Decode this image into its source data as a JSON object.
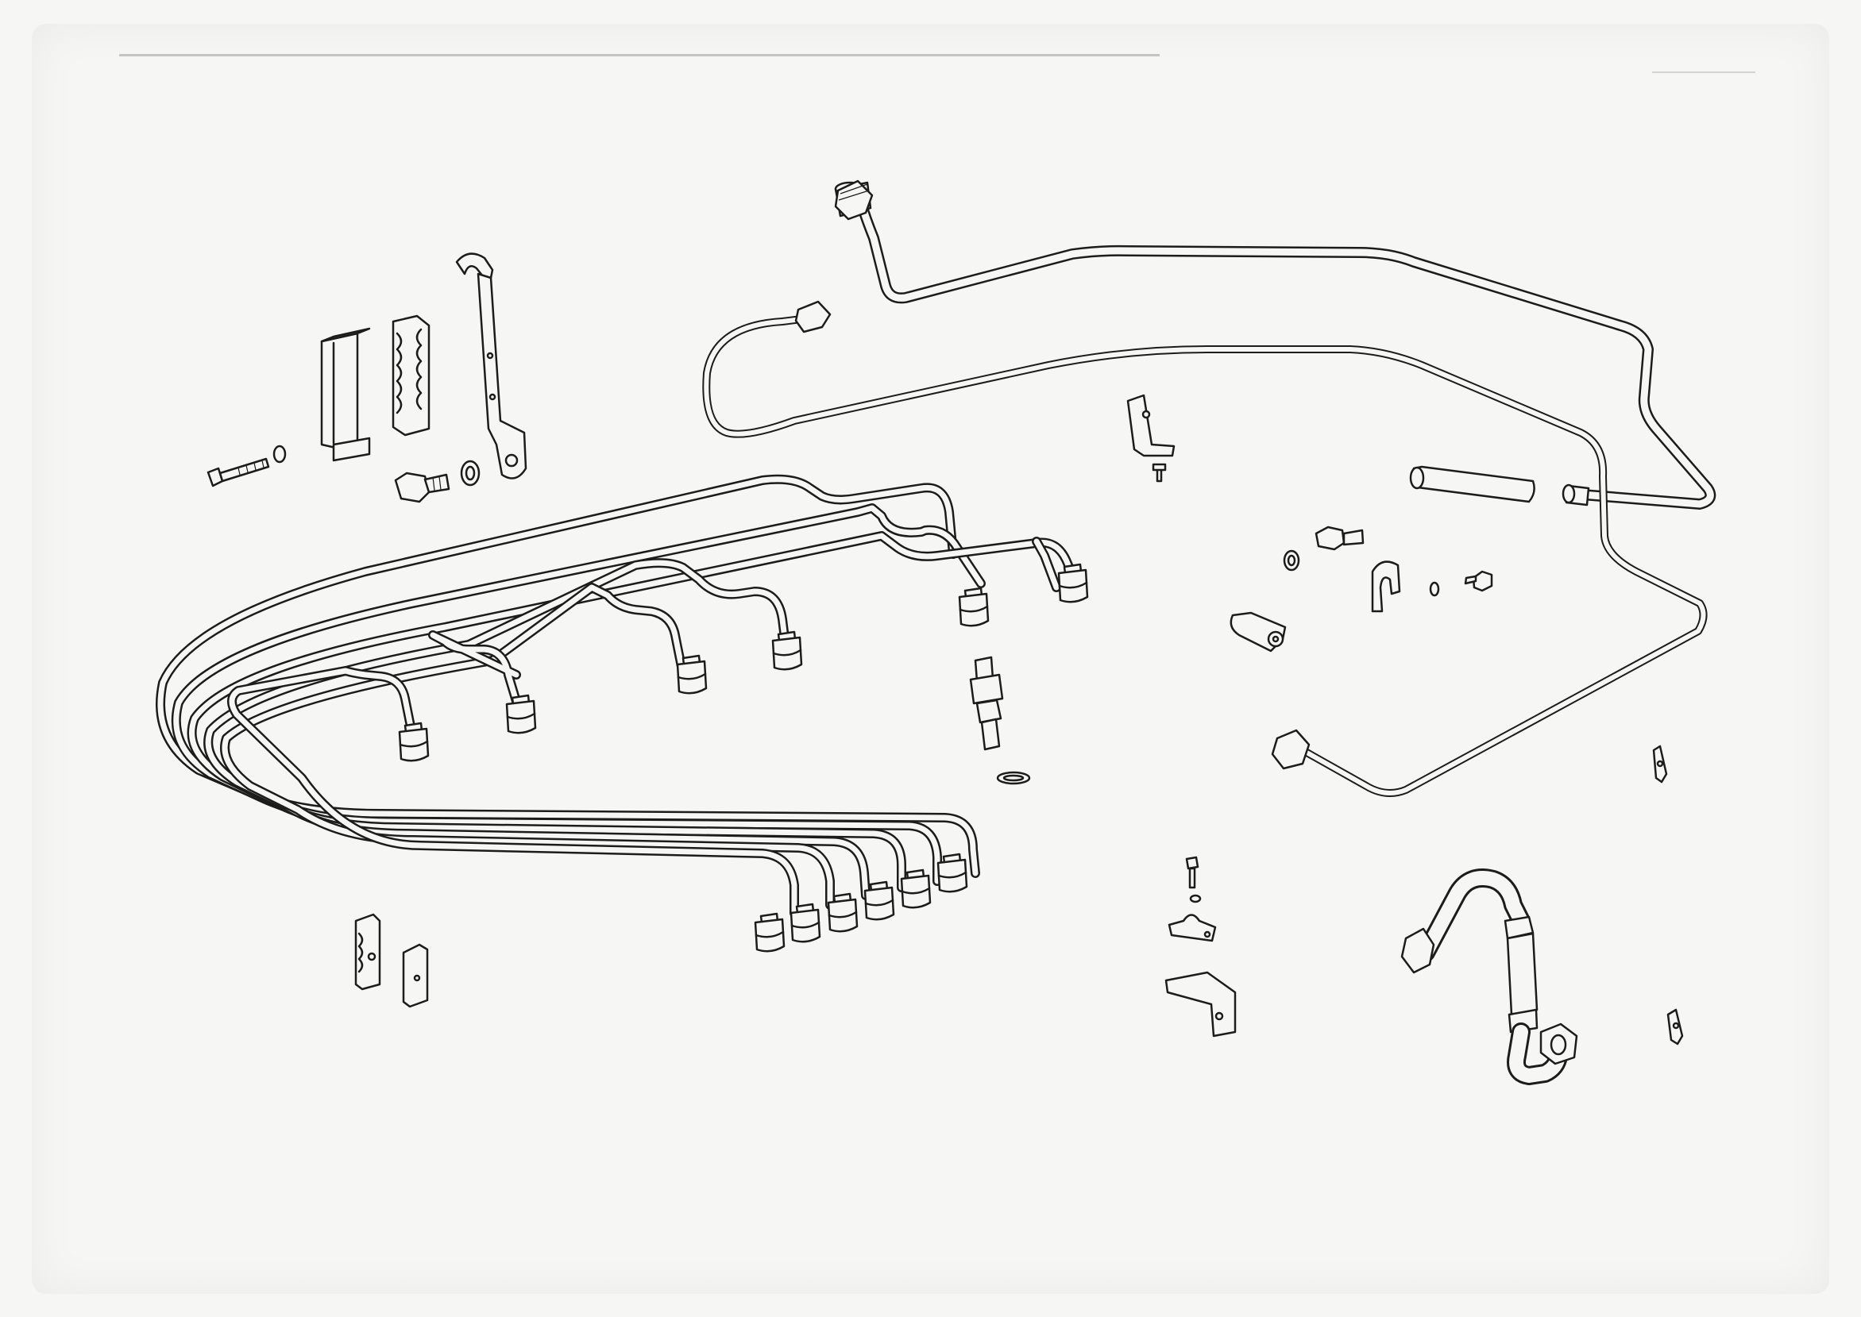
{
  "drawing": {
    "style": "exploded-parts-line-art",
    "ink_color": "#1c1c1c",
    "paper_color": "#f6f6f4",
    "icons": [
      "injection-line-bundle",
      "banjo-bolt",
      "pipe-clamp",
      "bracket",
      "washer",
      "screw",
      "fuel-return-pipe",
      "rubber-hose",
      "flexible-hose",
      "nozzle-holder"
    ]
  }
}
